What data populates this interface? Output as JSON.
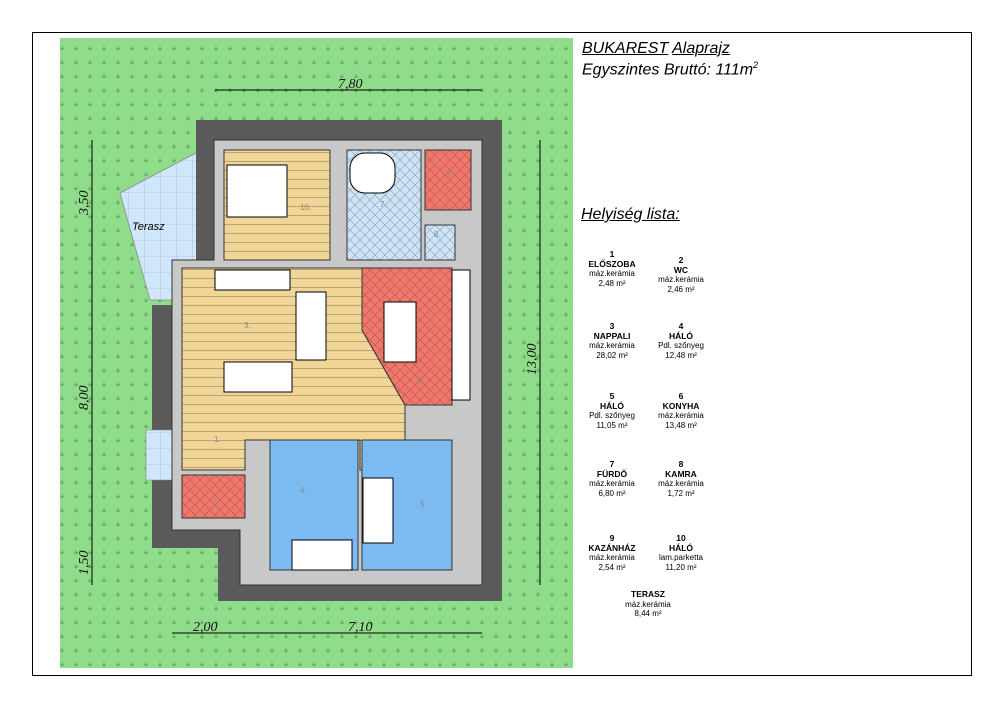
{
  "title": {
    "name": "BUKAREST",
    "suffix": "Alaprajz",
    "subtitle": "Egyszintes Bruttó: 111m",
    "subtitle_sup": "2"
  },
  "room_list_title": "Helyiség lista:",
  "rooms": [
    {
      "num": "1",
      "name": "ELŐSZOBA",
      "floor": "máz.kerámia",
      "area": "2,48 m²"
    },
    {
      "num": "2",
      "name": "WC",
      "floor": "máz.kerámia",
      "area": "2,46 m²"
    },
    {
      "num": "3",
      "name": "NAPPALI",
      "floor": "máz.kerámia",
      "area": "28,02 m²"
    },
    {
      "num": "4",
      "name": "HÁLÓ",
      "floor": "Pdl. szőnyeg",
      "area": "12,48 m²"
    },
    {
      "num": "5",
      "name": "HÁLÓ",
      "floor": "Pdl. szőnyeg",
      "area": "11,05 m²"
    },
    {
      "num": "6",
      "name": "KONYHA",
      "floor": "máz.kerámia",
      "area": "13,48 m²"
    },
    {
      "num": "7",
      "name": "FÜRDŐ",
      "floor": "máz.kerámia",
      "area": "6,80 m²"
    },
    {
      "num": "8",
      "name": "KAMRA",
      "floor": "máz.kerámia",
      "area": "1,72 m²"
    },
    {
      "num": "9",
      "name": "KAZÁNHÁZ",
      "floor": "máz.kerámia",
      "area": "2,54 m²"
    },
    {
      "num": "10",
      "name": "HÁLÓ",
      "floor": "lam.parketta",
      "area": "11,20 m²"
    },
    {
      "num": "",
      "name": "TERASZ",
      "floor": "máz.kerámia",
      "area": "8,44 m²"
    }
  ],
  "plan": {
    "terrace_label": "Terasz",
    "dimensions": {
      "top": "7,80",
      "left_top": "3,50",
      "left_mid": "8,00",
      "left_bottom": "1,50",
      "right": "13,00",
      "bottom_left": "2,00",
      "bottom_right": "7,10"
    },
    "room_tags": [
      "1.",
      "2.",
      "3.",
      "4.",
      "5.",
      "6.",
      "7.",
      "8.",
      "9.",
      "10."
    ],
    "colors": {
      "garden": "#8fdc8a",
      "plinth": "#5a5a5a",
      "wall": "#c8c8c8",
      "wood": "#f0d597",
      "tile_red": "#f2766a",
      "tile_blue": "#cde4f8",
      "carpet": "#7dbcf2",
      "terrace": "#cfe6fb"
    }
  }
}
